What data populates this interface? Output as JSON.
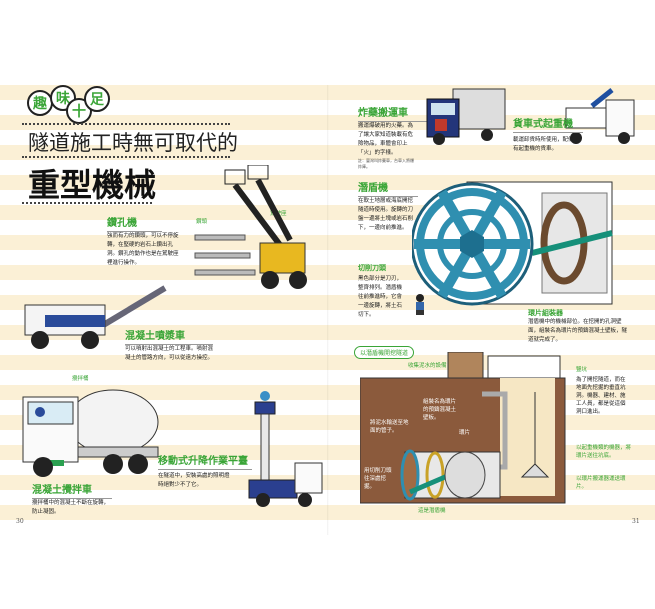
{
  "left_page": {
    "badge": [
      "趣",
      "味",
      "十",
      "足"
    ],
    "title_line1": "隧道施工時無可取代的",
    "title_line2": "重型機械",
    "drill": {
      "title": "鑽孔機",
      "label_bit": "鑽頭",
      "label_seat": "駕駛座",
      "desc": "強而有力的鑽頭，可以不停旋轉，在堅硬的岩石上鑽出孔洞。鑽孔的動作也是在駕駛座裡進行操作。"
    },
    "shotcrete": {
      "title": "混凝土噴漿車",
      "desc": "可以噴射出混凝土的工程車。噴射混凝土的管路方向，可以從遠方操控。"
    },
    "mixer": {
      "label_drum": "攪拌桶",
      "title": "混凝土攪拌車",
      "desc": "攪拌桶中的混凝土不斷在旋轉，防止凝固。"
    },
    "lift": {
      "title": "移動式升降作業平臺",
      "desc": "在隧道中，安裝高處的照明燈時絕對少不了它。"
    },
    "page_number": "30"
  },
  "right_page": {
    "explosives": {
      "title": "炸藥搬運車",
      "desc": "搬運爆破用的火藥。為了讓大家知道裝載有危險物品，車體會印上「火」的字樣。",
      "note": "註：臺灣叫炸藥車，台車入將爆炸庫。"
    },
    "crane": {
      "title": "貨車式起重機",
      "desc": "載運卸貨時所使用，配備有起重機的貨車。"
    },
    "shield": {
      "title": "潛盾機",
      "desc": "在軟土地層或海底開挖隧道時使用。旋轉的刀盤一邊將土塊或岩石削下，一邊向前推進。"
    },
    "cutter": {
      "title": "切削刀頭",
      "desc": "黑色部分是刀刃，整齊排列。潛盾機往前推進時，它會一邊旋轉，將土石切下。"
    },
    "erector": {
      "title": "環片組裝器",
      "desc": "潛盾機中的機械部位。在挖開的孔洞壁面，組裝名為環片的預鑄混凝土壁板，隧道就完成了。"
    },
    "section": {
      "badge": "以潛盾機開挖隧道",
      "label_slurry_plant": "收集泥水的設備",
      "label_assemble": "組裝名為環片的預鑄混凝土壁板。",
      "label_pipe": "將泥水輸送至地面的管子。",
      "label_segment": "環片",
      "label_dig": "用切削刀頭往深處挖掘。",
      "label_shield": "這是潛盾機",
      "shaft_title": "豎坑",
      "shaft_desc": "為了開挖隧道，而在地面先挖掘的垂直坑洞。機器、建材、施工人員，都是從這個洞口進出。",
      "label_lower": "以起重機類的機器，將環片送往坑底。",
      "label_carrier": "以環片搬運器運送環片。"
    },
    "page_number": "31"
  },
  "colors": {
    "green": "#3aa537",
    "stripe": "#fbf0d6",
    "earth": "#8b5a3c",
    "shield_blue": "#2f8fb0",
    "truck_blue": "#23357a"
  }
}
